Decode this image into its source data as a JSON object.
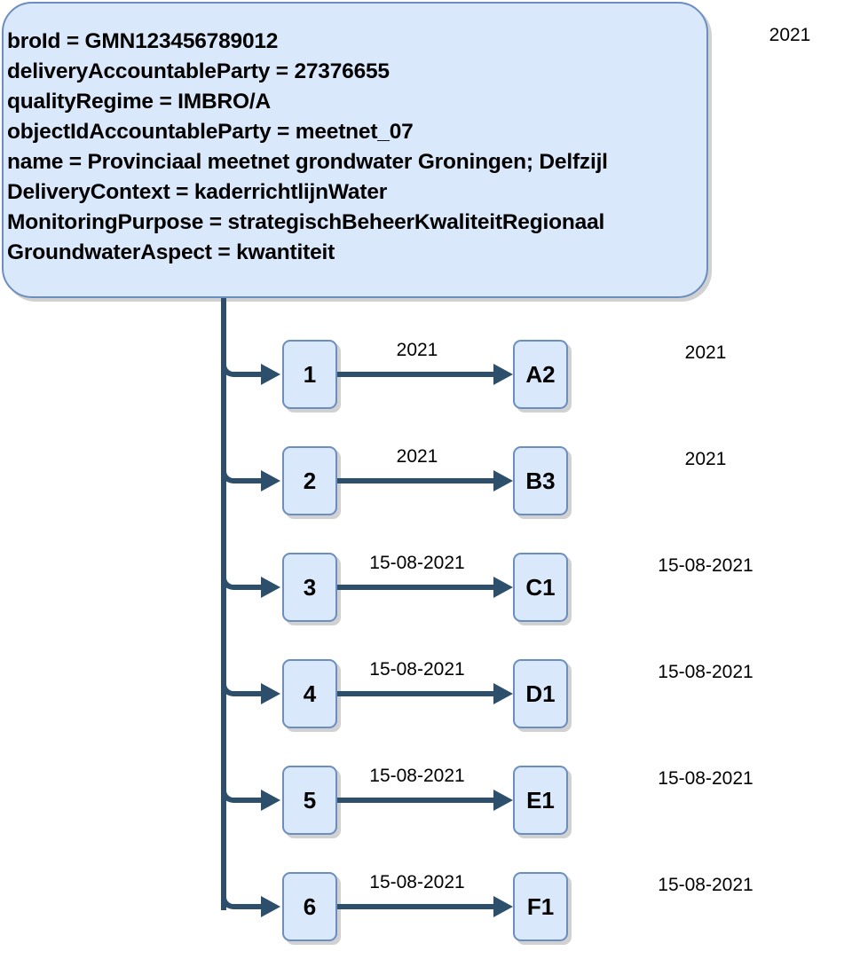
{
  "diagram": {
    "type": "tree-diagram",
    "colors": {
      "node_fill": "#dae8fc",
      "node_border": "#6c8ebf",
      "connector": "#2e4f6b",
      "text": "#000000",
      "background": "#ffffff"
    },
    "info_box": {
      "lines": [
        "broId = GMN123456789012",
        "deliveryAccountableParty = 27376655",
        "qualityRegime = IMBRO/A",
        "objectIdAccountableParty = meetnet_07",
        "name = Provinciaal meetnet grondwater Groningen; Delfzijl",
        "DeliveryContext = kaderrichtlijnWater",
        "MonitoringPurpose = strategischBeheerKwaliteitRegionaal",
        "GroundwaterAspect = kwantiteit"
      ]
    },
    "corner_label": "2021",
    "rows": [
      {
        "left_node": "1",
        "right_node": "A2",
        "edge_label": "2021",
        "side_label": "2021"
      },
      {
        "left_node": "2",
        "right_node": "B3",
        "edge_label": "2021",
        "side_label": "2021"
      },
      {
        "left_node": "3",
        "right_node": "C1",
        "edge_label": "15-08-2021",
        "side_label": "15-08-2021"
      },
      {
        "left_node": "4",
        "right_node": "D1",
        "edge_label": "15-08-2021",
        "side_label": "15-08-2021"
      },
      {
        "left_node": "5",
        "right_node": "E1",
        "edge_label": "15-08-2021",
        "side_label": "15-08-2021"
      },
      {
        "left_node": "6",
        "right_node": "F1",
        "edge_label": "15-08-2021",
        "side_label": "15-08-2021"
      }
    ]
  }
}
